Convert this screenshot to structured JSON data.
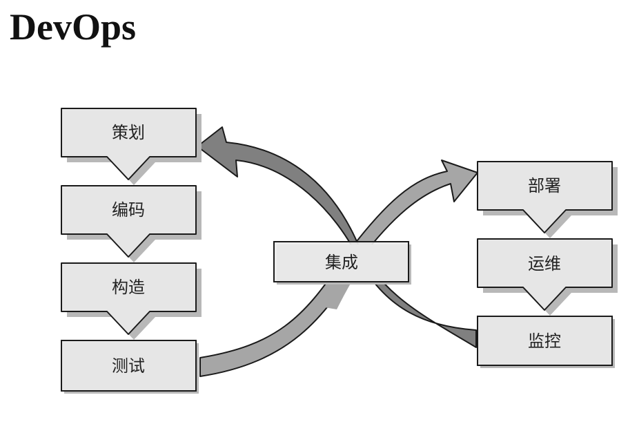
{
  "title": "DevOps",
  "left_steps": [
    {
      "id": "plan",
      "label": "策划"
    },
    {
      "id": "code",
      "label": "编码"
    },
    {
      "id": "build",
      "label": "构造"
    },
    {
      "id": "test",
      "label": "测试"
    }
  ],
  "center": {
    "id": "integrate",
    "label": "集成"
  },
  "right_steps": [
    {
      "id": "deploy",
      "label": "部署"
    },
    {
      "id": "operate",
      "label": "运维"
    },
    {
      "id": "monitor",
      "label": "监控"
    }
  ],
  "colors": {
    "box_fill": "#e6e6e6",
    "box_stroke": "#1a1a1a",
    "arrow_dark": "#7f7f7f",
    "arrow_light": "#a6a6a6",
    "shadow": "#b8b8b8"
  }
}
